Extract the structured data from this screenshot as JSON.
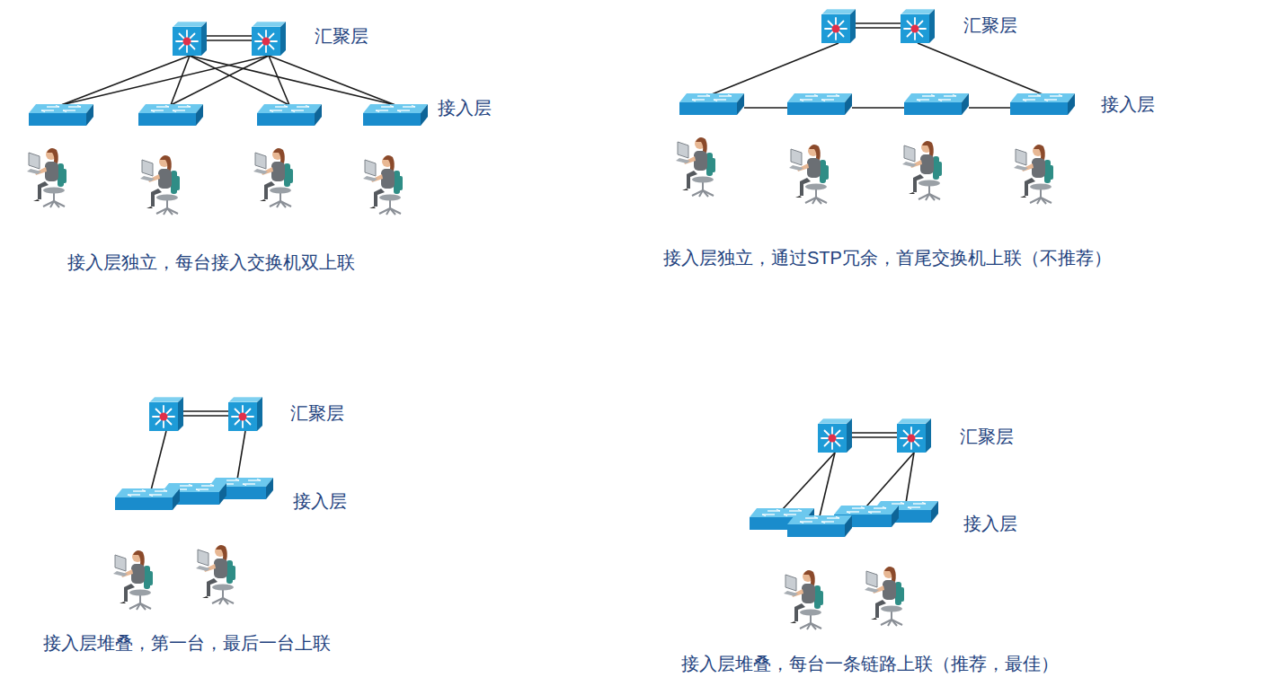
{
  "diagram": {
    "labels": [
      "汇聚层",
      "接入层",
      "接入层独立，每台接入交换机双上联",
      "汇聚层",
      "接入层",
      "接入层独立，通过STP冗余，首尾交换机上联（不推荐）",
      "汇聚层",
      "接入层",
      "接入层堆叠，第一台，最后一台上联",
      "汇聚层",
      "接入层",
      "接入层堆叠，每台一条链路上联（推荐，最佳）"
    ]
  }
}
